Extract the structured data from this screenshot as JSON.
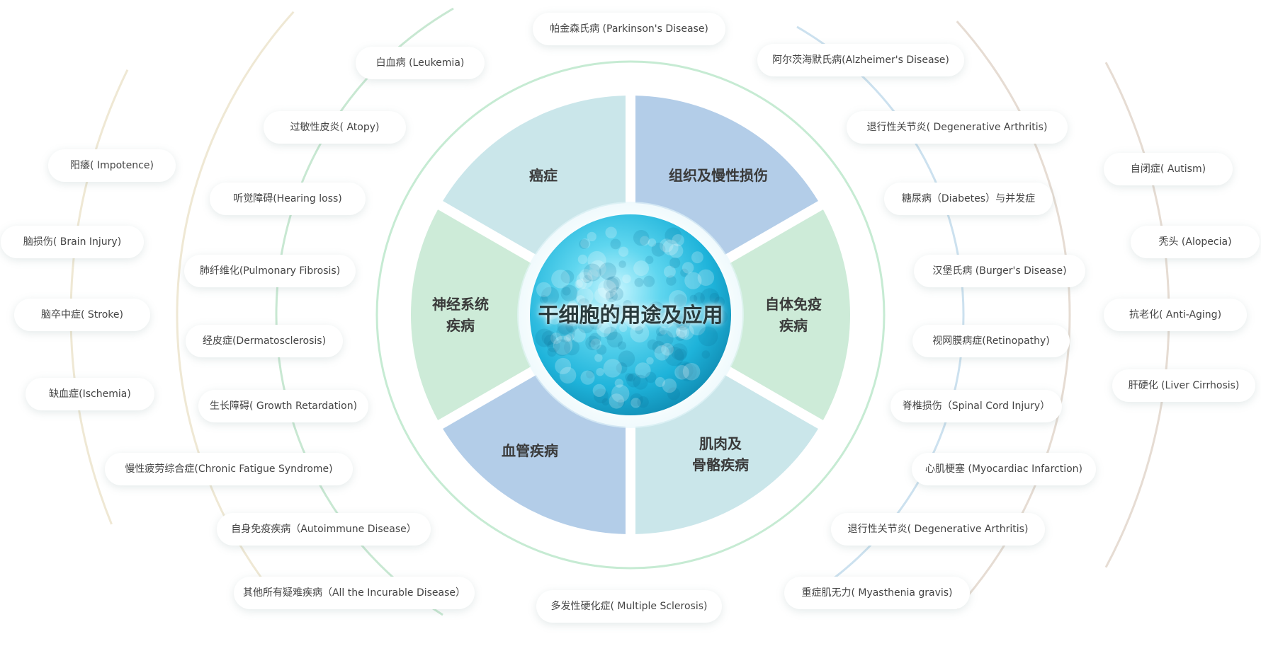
{
  "diagram": {
    "center_title": "干细胞的用途及应用",
    "segments": [
      {
        "label": "癌症",
        "color": "#cae6ea"
      },
      {
        "label": "组织及慢性损伤",
        "color": "#b3cde8"
      },
      {
        "label": "自体免疫\n疾病",
        "color": "#cdebd8"
      },
      {
        "label": "肌肉及\n骨骼疾病",
        "color": "#cae6ea"
      },
      {
        "label": "血管疾病",
        "color": "#b3cde8"
      },
      {
        "label": "神经系统\n疾病",
        "color": "#cdebd8"
      }
    ],
    "diseases": [
      "帕金森氏病 (Parkinson's Disease)",
      "白血病 (Leukemia)",
      "阿尔茨海默氏病(Alzheimer's Disease)",
      "过敏性皮炎( Atopy)",
      "退行性关节炎( Degenerative Arthritis)",
      "阳痿( Impotence)",
      "自闭症( Autism)",
      "听觉障碍(Hearing loss)",
      "糖尿病（Diabetes）与并发症",
      "脑损伤( Brain Injury)",
      "秃头 (Alopecia)",
      "肺纤维化(Pulmonary Fibrosis)",
      "汉堡氏病 (Burger's Disease)",
      "脑卒中症( Stroke)",
      "抗老化( Anti-Aging)",
      "经皮症(Dermatosclerosis)",
      "视网膜病症(Retinopathy)",
      "缺血症(Ischemia)",
      "肝硬化 (Liver Cirrhosis)",
      "生长障碍( Growth Retardation)",
      "脊椎损伤（Spinal Cord Injury）",
      "慢性疲劳综合症(Chronic Fatigue Syndrome)",
      "心肌梗塞 (Myocardiac Infarction)",
      "自身免疫疾病（Autoimmune Disease）",
      "退行性关节炎( Degenerative Arthritis)",
      "其他所有疑难疾病（All the Incurable Disease）",
      "多发性硬化症( Multiple Sclerosis)",
      "重症肌无力( Myasthenia gravis)"
    ],
    "colors": {
      "outer_ring": "#c6ebd3",
      "cell": "#3ec8e6",
      "arc_green": "#c8e8d2",
      "arc_blue": "#cce1ef",
      "arc_beige": "#efe8d4",
      "arc_tan": "#e6dcd3"
    }
  }
}
